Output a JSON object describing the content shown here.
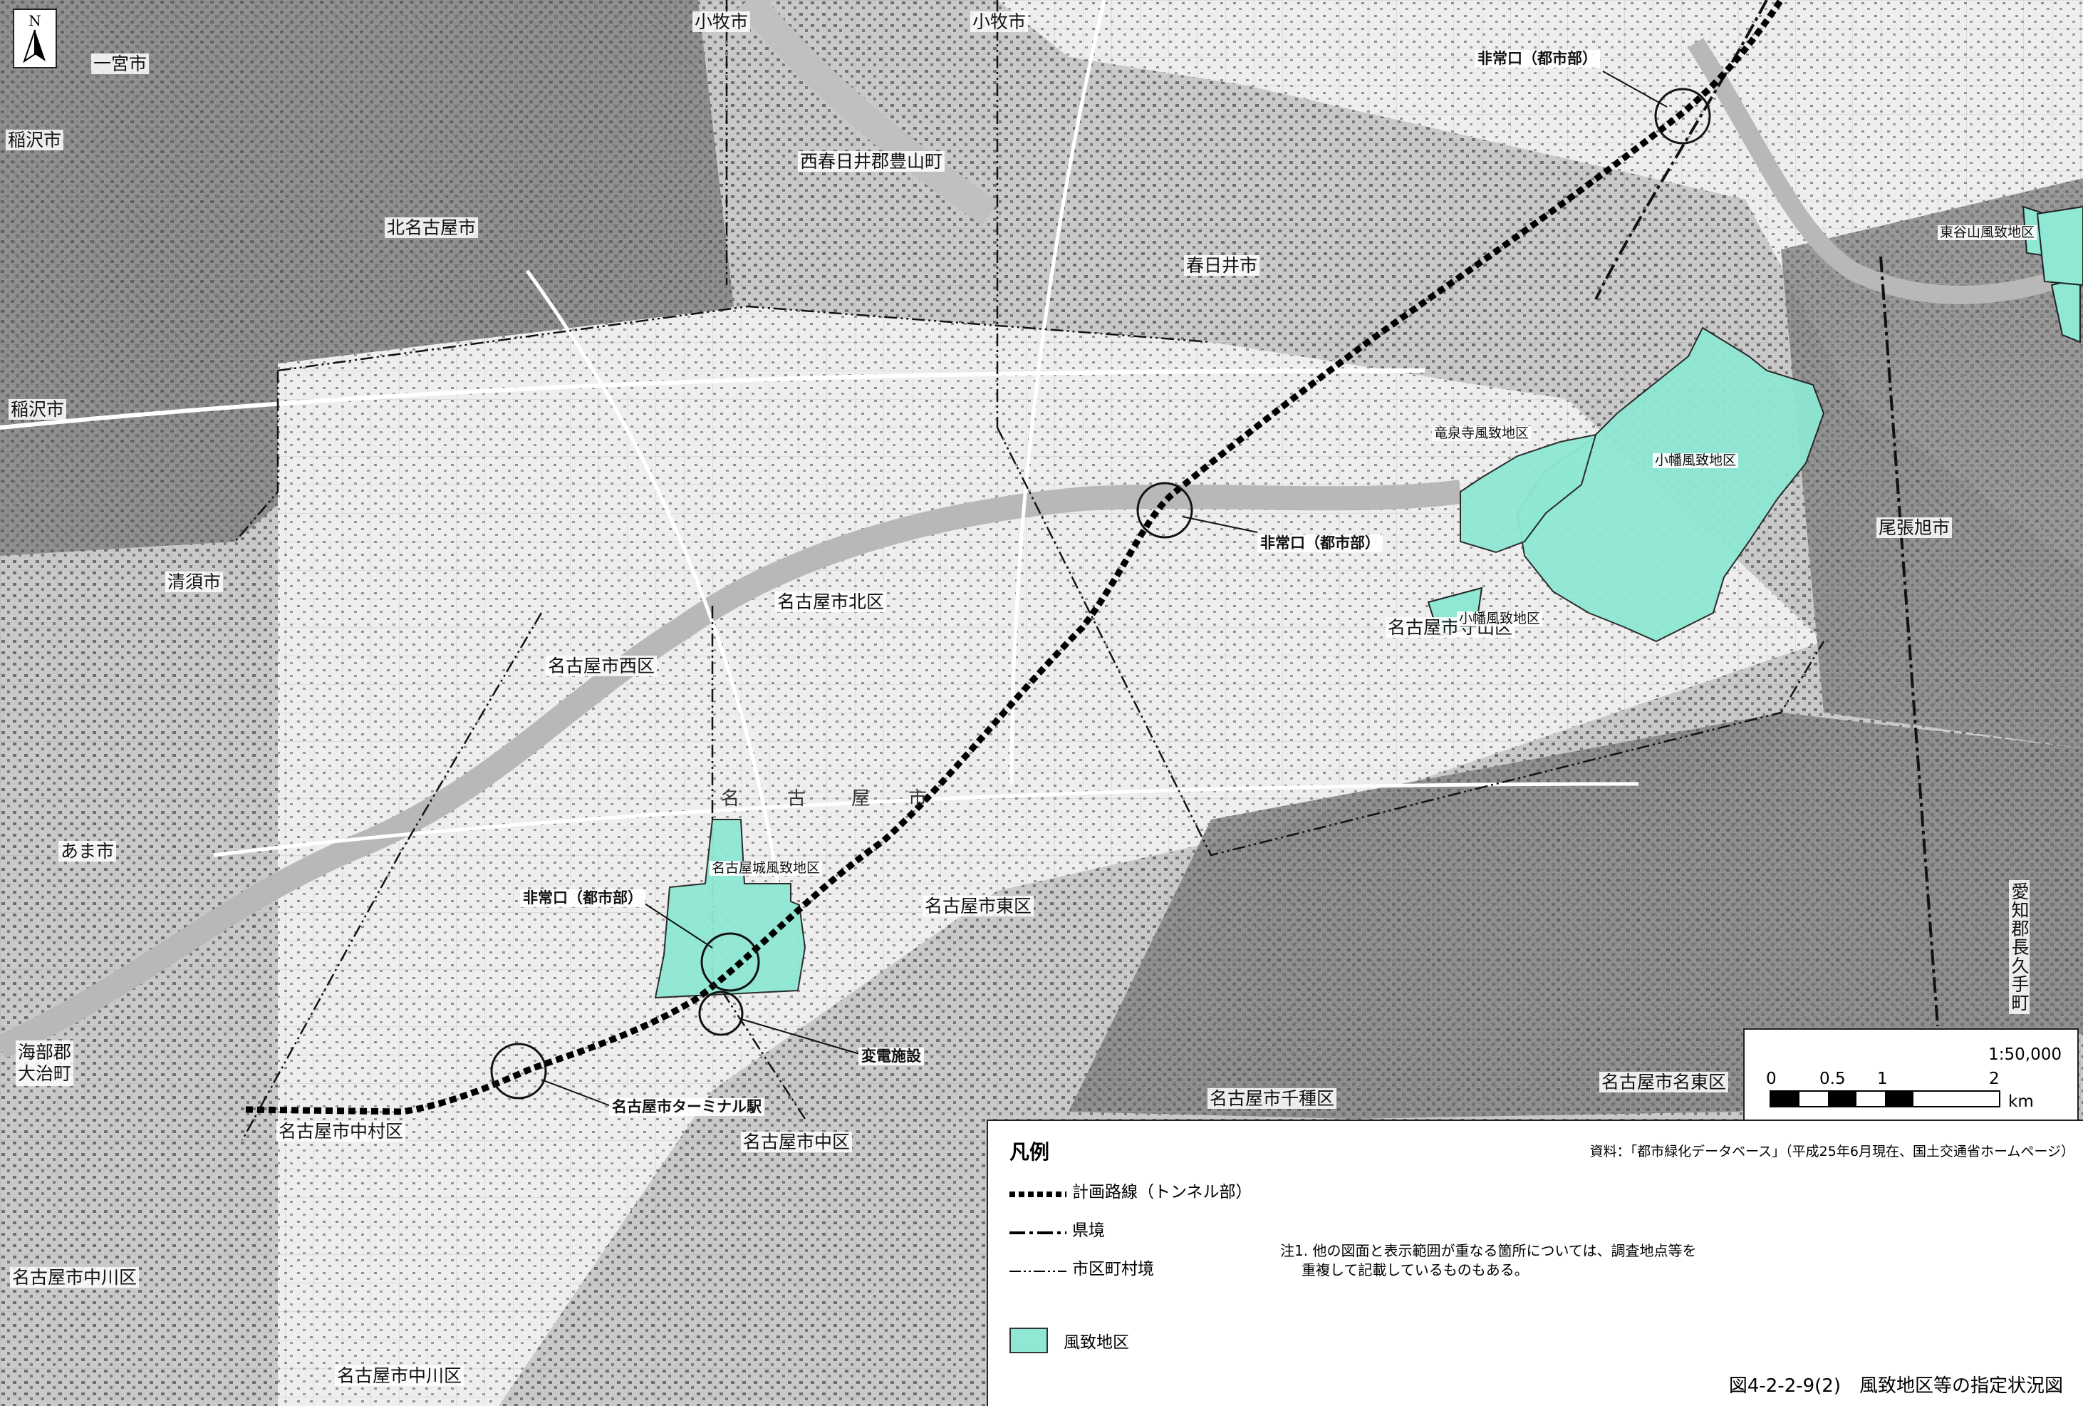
{
  "colors": {
    "paper": "#ffffff",
    "urban_light": "#dcdcdc",
    "urban_mid": "#a9a9a9",
    "urban_dark": "#7d7d7d",
    "river": "#b8b8b8",
    "scenic_fill": "#8ee8d3",
    "route": "#000000"
  },
  "north": {
    "label": "N"
  },
  "cities": [
    {
      "id": "inazawa-1",
      "text": "稲沢市"
    },
    {
      "id": "inazawa-2",
      "text": "稲沢市"
    },
    {
      "id": "ichinomiya",
      "text": "一宮市"
    },
    {
      "id": "komaki-1",
      "text": "小牧市"
    },
    {
      "id": "komaki-2",
      "text": "小牧市"
    },
    {
      "id": "toyoyama",
      "text": "西春日井郡豊山町"
    },
    {
      "id": "kitanagoya",
      "text": "北名古屋市"
    },
    {
      "id": "kasugai",
      "text": "春日井市"
    },
    {
      "id": "kiyosu",
      "text": "清須市"
    },
    {
      "id": "ama",
      "text": "あま市"
    },
    {
      "id": "oharu",
      "text": "海部郡\n大治町"
    },
    {
      "id": "owariasahi",
      "text": "尾張旭市"
    }
  ],
  "wards": [
    {
      "id": "kita",
      "text": "名古屋市北区"
    },
    {
      "id": "nishi",
      "text": "名古屋市西区"
    },
    {
      "id": "higashi",
      "text": "名古屋市東区"
    },
    {
      "id": "moriyama",
      "text": "名古屋市守山区"
    },
    {
      "id": "nakamura",
      "text": "名古屋市中村区"
    },
    {
      "id": "naka",
      "text": "名古屋市中区"
    },
    {
      "id": "nakagawa-1",
      "text": "名古屋市中川区"
    },
    {
      "id": "nakagawa-2",
      "text": "名古屋市中川区"
    },
    {
      "id": "chikusa",
      "text": "名古屋市千種区"
    },
    {
      "id": "meito",
      "text": "名古屋市名東区"
    }
  ],
  "nagakute": "愛知郡長久手町",
  "big_kanji": [
    "名",
    "古",
    "屋",
    "市"
  ],
  "scenic_districts": [
    {
      "id": "higashitaniyama",
      "text": "東谷山風致地区"
    },
    {
      "id": "ryusenji",
      "text": "竜泉寺風致地区"
    },
    {
      "id": "obata-1",
      "text": "小幡風致地区"
    },
    {
      "id": "obata-2",
      "text": "小幡風致地区"
    },
    {
      "id": "nagoyajo",
      "text": "名古屋城風致地区"
    }
  ],
  "emergency_exits": [
    {
      "id": "exit-kasugai",
      "text": "非常口（都市部）"
    },
    {
      "id": "exit-moriyama",
      "text": "非常口（都市部）"
    },
    {
      "id": "exit-nishi",
      "text": "非常口（都市部）"
    }
  ],
  "facilities": {
    "substation": "変電施設",
    "terminal": "名古屋市ターミナル駅"
  },
  "scale": {
    "ratio": "1:50,000",
    "ticks": [
      "0",
      "0.5",
      "1",
      "2"
    ],
    "unit": "km"
  },
  "legend": {
    "title": "凡例",
    "source": "資料：「都市緑化データベース」（平成25年6月現在、国土交通省ホームページ）",
    "route": "計画路線（トンネル部）",
    "pref_border": "県境",
    "municipal_border": "市区町村境",
    "scenic": "風致地区",
    "note_line1": "注1. 他の図面と表示範囲が重なる箇所については、調査地点等を",
    "note_line2": "重複して記載しているものもある。",
    "figure_title": "図4-2-2-9(2)　風致地区等の指定状況図"
  }
}
